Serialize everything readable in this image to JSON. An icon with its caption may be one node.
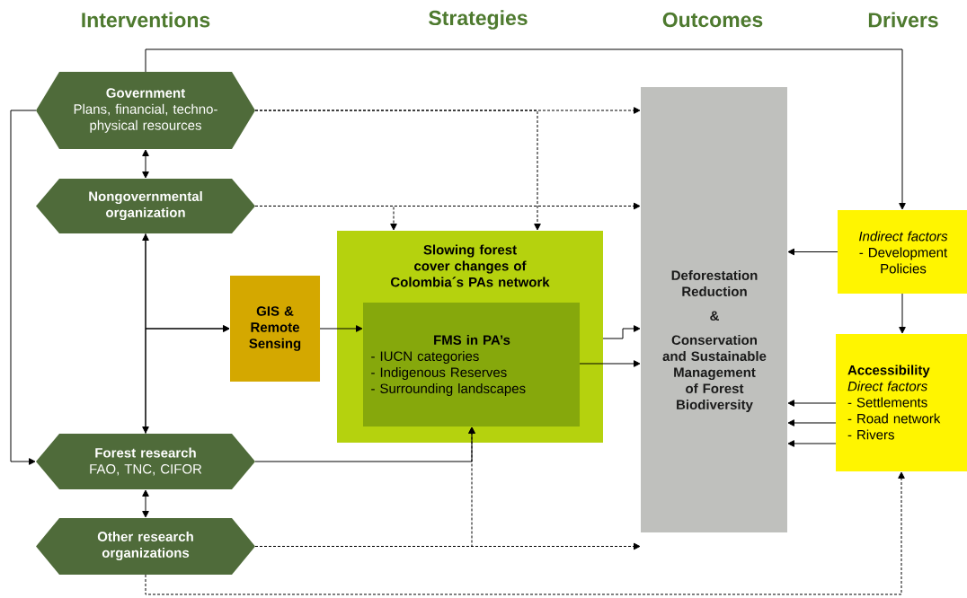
{
  "diagram": {
    "nodes": [
      {
        "text": [
          "Government",
          "Plans, financial, techno-physical resources"
        ]
      },
      {
        "text": [
          "Nongovernmental organization"
        ]
      },
      {
        "text": [
          "GIS & Remote Sensing"
        ]
      },
      {
        "text": [
          "Slowing forest cover changes of Colombia´s PAs network"
        ]
      },
      {
        "text": [
          "FMS in PA’s",
          "- IUCN categories",
          "- Indigenous Reserves",
          "- Surrounding landscapes"
        ],
        "in": 3
      },
      {
        "text": [
          "Forest research",
          "FAO, TNC, CIFOR"
        ]
      },
      {
        "text": [
          "Other research organizations"
        ]
      },
      {
        "text": [
          "Deforestation Reduction",
          "&",
          "Conservation and Sustainable Management of Forest Biodiversity"
        ]
      },
      {
        "text": [
          "Indirect factors",
          "- Development Policies"
        ]
      },
      {
        "text": [
          "Accessibility",
          "Direct factors",
          "- Settlements",
          "- Road network",
          "- Rivers"
        ]
      }
    ],
    "edges": [
      {
        "from": 0,
        "to": 8,
        "arrow": "to"
      },
      {
        "from": 0,
        "to": 1,
        "arrow": "both"
      },
      {
        "from": 0,
        "to": 5,
        "arrow": "to"
      },
      {
        "from": 0,
        "to": 7,
        "arrow": "to",
        "style": "dashed"
      },
      {
        "from": 0,
        "to": 3,
        "arrow": "to",
        "style": "dashed"
      },
      {
        "from": 1,
        "to": 7,
        "arrow": "to",
        "style": "dashed"
      },
      {
        "from": 1,
        "to": 3,
        "arrow": "to",
        "style": "dashed"
      },
      {
        "from": 1,
        "to": 5,
        "arrow": "both"
      },
      {
        "from": 1,
        "to": 2,
        "arrow": "to"
      },
      {
        "from": 5,
        "to": 2,
        "arrow": "to"
      },
      {
        "from": 2,
        "to": 4,
        "arrow": "to"
      },
      {
        "from": 5,
        "to": 4,
        "arrow": "to"
      },
      {
        "from": 5,
        "to": 6,
        "arrow": "both"
      },
      {
        "from": 6,
        "to": 7,
        "arrow": "to",
        "style": "dashed"
      },
      {
        "from": 6,
        "to": 4,
        "arrow": "to",
        "style": "dashed"
      },
      {
        "from": 6,
        "to": 9,
        "arrow": "to",
        "style": "dashed"
      },
      {
        "from": 3,
        "to": 7,
        "arrow": "to"
      },
      {
        "from": 4,
        "to": 7,
        "arrow": "to"
      },
      {
        "from": 8,
        "to": 7,
        "arrow": "to"
      },
      {
        "from": 8,
        "to": 9,
        "arrow": "to"
      },
      {
        "from": 9,
        "to": 7,
        "arrow": "to"
      },
      {
        "from": 9,
        "to": 7,
        "arrow": "to"
      },
      {
        "from": 9,
        "to": 7,
        "arrow": "to"
      }
    ],
    "labels": [
      "Interventions",
      "Strategies",
      "Outcomes",
      "Drivers"
    ]
  }
}
